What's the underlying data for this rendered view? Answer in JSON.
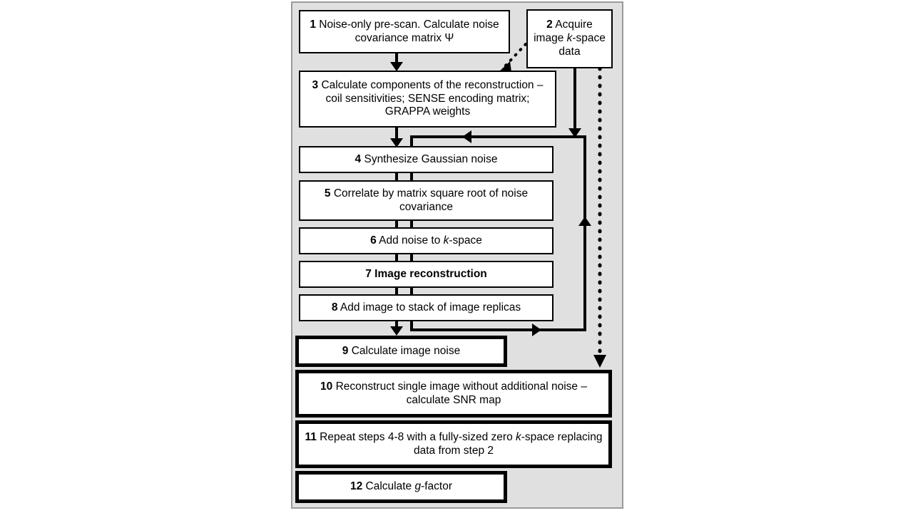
{
  "diagram": {
    "title": "Pseudo-multiple replica SNR / g-factor computation flowchart",
    "background_color": "#e0e0e0",
    "box_fill": "#ffffff",
    "line_color": "#000000",
    "nodes": [
      {
        "id": 1,
        "num": "1",
        "text": " Noise-only pre-scan. Calculate noise covariance matrix Ψ",
        "emphasis": "normal"
      },
      {
        "id": 2,
        "num": "2",
        "text": " Acquire image k-space data",
        "emphasis": "normal"
      },
      {
        "id": 3,
        "num": "3",
        "text": " Calculate components of the reconstruction – coil sensitivities; SENSE encoding matrix; GRAPPA weights",
        "emphasis": "normal"
      },
      {
        "id": 4,
        "num": "4",
        "text": " Synthesize Gaussian noise",
        "emphasis": "normal"
      },
      {
        "id": 5,
        "num": "5",
        "text": " Correlate by matrix square root of noise covariance",
        "emphasis": "normal"
      },
      {
        "id": 6,
        "num": "6",
        "text": " Add noise to k-space",
        "emphasis": "normal"
      },
      {
        "id": 7,
        "num": "7",
        "text": " Image reconstruction",
        "emphasis": "bold"
      },
      {
        "id": 8,
        "num": "8",
        "text": " Add image to stack of image replicas",
        "emphasis": "normal"
      },
      {
        "id": 9,
        "num": "9",
        "text": " Calculate image noise",
        "emphasis": "normal"
      },
      {
        "id": 10,
        "num": "10",
        "text": " Reconstruct single image without additional noise – calculate SNR map",
        "emphasis": "normal"
      },
      {
        "id": 11,
        "num": "11",
        "text": " Repeat steps 4-8 with a fully-sized zero k-space replacing data from step 2",
        "emphasis": "normal"
      },
      {
        "id": 12,
        "num": "12",
        "text": " Calculate g-factor",
        "emphasis": "normal"
      }
    ],
    "edges": [
      {
        "from": 1,
        "to": 3,
        "style": "solid"
      },
      {
        "from": 2,
        "to": 3,
        "style": "dotted"
      },
      {
        "from": 2,
        "to": 4,
        "style": "solid"
      },
      {
        "from": 3,
        "to": 4,
        "style": "solid"
      },
      {
        "from": 4,
        "to": 5,
        "style": "solid"
      },
      {
        "from": 5,
        "to": 6,
        "style": "solid"
      },
      {
        "from": 6,
        "to": 7,
        "style": "solid"
      },
      {
        "from": 7,
        "to": 8,
        "style": "solid"
      },
      {
        "from": 8,
        "to": 9,
        "style": "solid"
      },
      {
        "from": 8,
        "to": 4,
        "style": "solid",
        "kind": "loop-back"
      },
      {
        "from": 2,
        "to": 10,
        "style": "dotted",
        "kind": "bypass"
      }
    ]
  }
}
